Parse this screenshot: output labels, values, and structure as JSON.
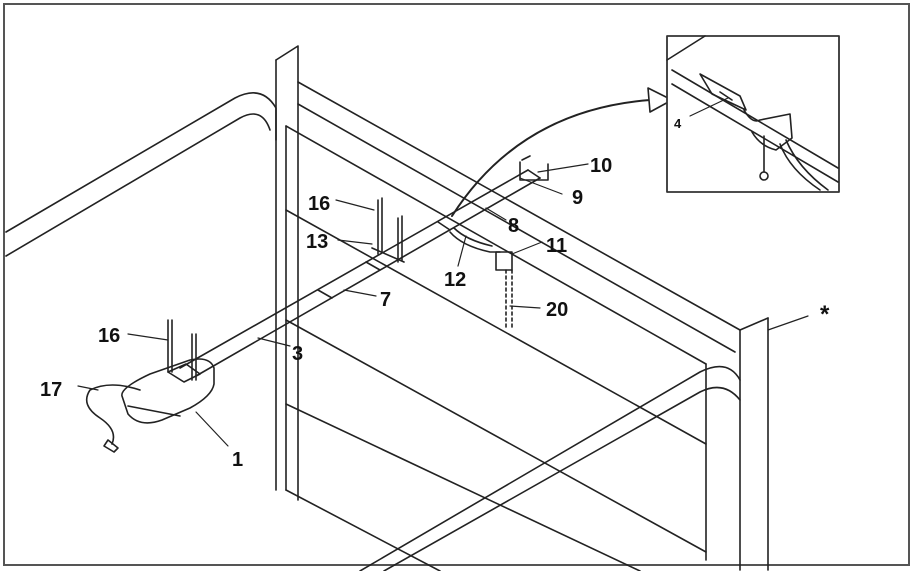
{
  "diagram": {
    "labels": {
      "l1": "1",
      "l3": "3",
      "l4": "4",
      "l7": "7",
      "l8": "8",
      "l9": "9",
      "l10": "10",
      "l11": "11",
      "l12": "12",
      "l13": "13",
      "l16a": "16",
      "l16b": "16",
      "l17": "17",
      "l20": "20",
      "star": "*"
    },
    "colors": {
      "line": "#222222",
      "frame": "#555555",
      "background": "#ffffff"
    }
  }
}
